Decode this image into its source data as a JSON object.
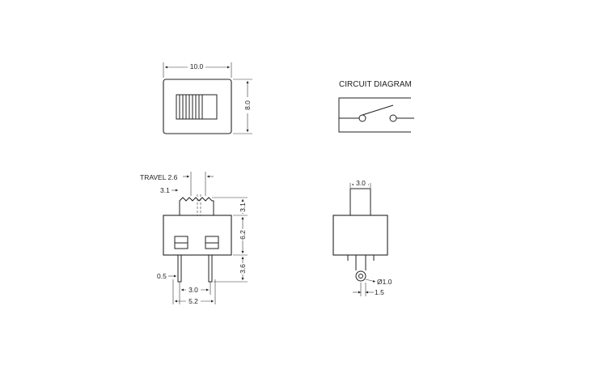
{
  "top_view": {
    "width_label": "10.0",
    "height_label": "8.0"
  },
  "circuit": {
    "title": "CIRCUIT DIAGRAM"
  },
  "front_view": {
    "travel_label": "TRAVEL 2.6",
    "actuator_label": "3.1",
    "top_height_label": "3.1",
    "body_height_label": "6.2",
    "pin_length_label": "3.6",
    "pin_width_label": "0.5",
    "pin_pitch_label": "3.0",
    "pin_span_label": "5.2"
  },
  "side_view": {
    "actuator_width_label": "3.0",
    "hole_label": "Ø1.0",
    "offset_label": "1.5"
  }
}
